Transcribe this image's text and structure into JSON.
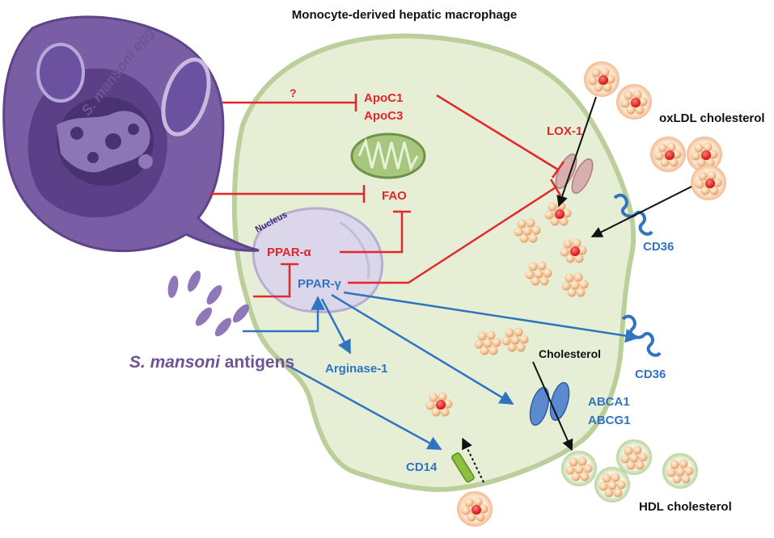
{
  "title": "Monocyte-derived hepatic macrophage",
  "labels": {
    "egg": "S. mansoni egg",
    "antigens_italic": "S. mansoni",
    "antigens_rest": " antigens",
    "question": "?",
    "apoc1": "ApoC1",
    "apoc3": "ApoC3",
    "fao": "FAO",
    "nucleus": "Nucleus",
    "ppar_alpha": "PPAR-α",
    "ppar_gamma": "PPAR-γ",
    "arginase": "Arginase-1",
    "lox1": "LOX-1",
    "cd36_top": "CD36",
    "cd36_bottom": "CD36",
    "oxldl": "oxLDL cholesterol",
    "cholesterol": "Cholesterol",
    "abca1": "ABCA1",
    "abcg1": "ABCG1",
    "cd14": "CD14",
    "hdl": "HDL cholesterol"
  },
  "colors": {
    "inhibit": "#e3262b",
    "activate": "#2f74c0",
    "cell_fill": "#e6efd6",
    "cell_stroke": "#bccf9b",
    "egg": "#7a5ea5",
    "egg_text": "#6f5395",
    "black": "#111111"
  }
}
